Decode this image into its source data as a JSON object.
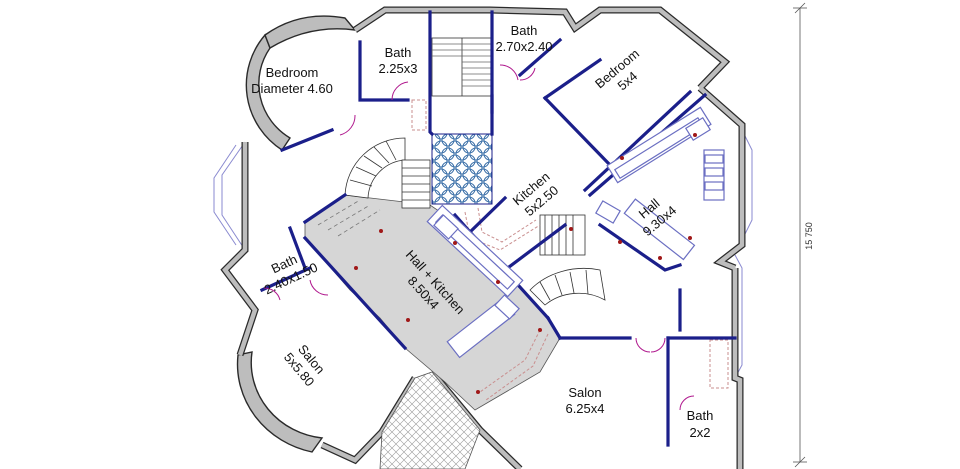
{
  "plan": {
    "rooms": {
      "bedroom_round": {
        "name": "Bedroom",
        "size": "Diameter 4.60"
      },
      "bath_top_left": {
        "name": "Bath",
        "size": "2.25x3"
      },
      "bath_top_mid": {
        "name": "Bath",
        "size": "2.70x2.40"
      },
      "bedroom_right": {
        "name": "Bedroom",
        "size": "5x4"
      },
      "kitchen": {
        "name": "Kitchen",
        "size": "5x2.50"
      },
      "hall_right": {
        "name": "Hall",
        "size": "9.30x4"
      },
      "hall_kitchen": {
        "name": "Hall + Kitchen",
        "size": "8.50x4"
      },
      "bath_left": {
        "name": "Bath",
        "size": "2.40x1.50"
      },
      "salon_left": {
        "name": "Salon",
        "size": "5x5.80"
      },
      "salon_bottom": {
        "name": "Salon",
        "size": "6.25x4"
      },
      "bath_bottom_right": {
        "name": "Bath",
        "size": "2x2"
      }
    },
    "overall_dimension": "15 750",
    "colors": {
      "wall": "#1b1f8a",
      "wall_outer": "#2a2a2a",
      "wall_fill": "#bdbdbd",
      "hall_fill": "#d6d6d6",
      "tile": "#3a6fa8",
      "paving": "#c98f8f",
      "furniture": "#6b6fc2",
      "window_line": "#8a8ad0",
      "door": "#b0198e",
      "fixture": "#a01818"
    }
  }
}
